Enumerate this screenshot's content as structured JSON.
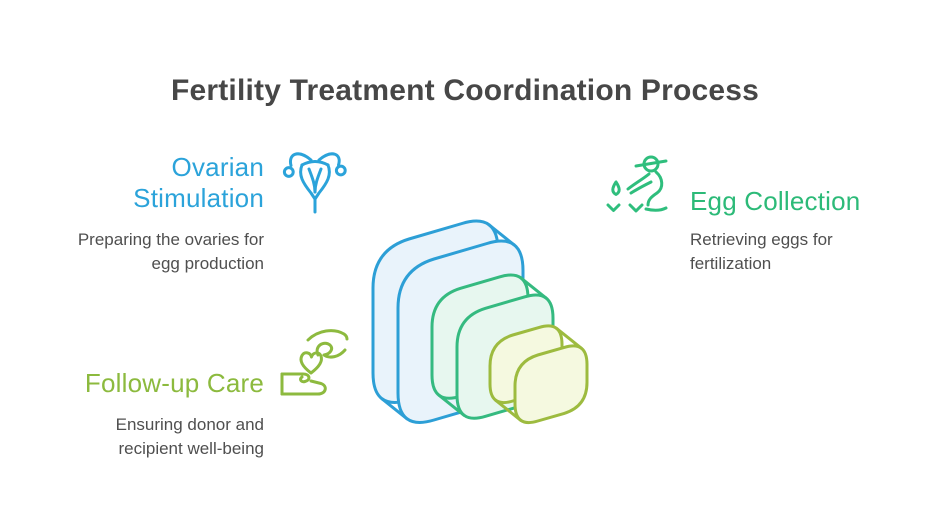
{
  "title": "Fertility Treatment Coordination Process",
  "steps": [
    {
      "id": "ovarian-stimulation",
      "title_lines": [
        "Ovarian",
        "Stimulation"
      ],
      "description_lines": [
        "Preparing the ovaries for",
        "egg production"
      ],
      "icon": "uterus-icon",
      "accent_color": "#2BA3DA"
    },
    {
      "id": "egg-collection",
      "title_lines": [
        "Egg Collection"
      ],
      "description_lines": [
        "Retrieving eggs for",
        "fertilization"
      ],
      "icon": "egg-harvest-icon",
      "accent_color": "#2CBA78"
    },
    {
      "id": "follow-up-care",
      "title_lines": [
        "Follow-up Care"
      ],
      "description_lines": [
        "Ensuring donor and",
        "recipient well-being"
      ],
      "icon": "hand-heart-icon",
      "accent_color": "#8CBA3E"
    }
  ],
  "center_graphic": {
    "description": "isometric stack of three extruded rounded squares",
    "layers": [
      {
        "name": "large-square-back",
        "stroke": "#2D9FD6",
        "fill": "#E9F3FB"
      },
      {
        "name": "medium-square-middle",
        "stroke": "#35BA80",
        "fill": "#E7F7EF"
      },
      {
        "name": "small-square-front",
        "stroke": "#9DBB3F",
        "fill": "#F5F9E0"
      }
    ]
  },
  "text_colors": {
    "title": "#474747",
    "description": "#4F4F4F"
  },
  "background": "#FFFFFF"
}
